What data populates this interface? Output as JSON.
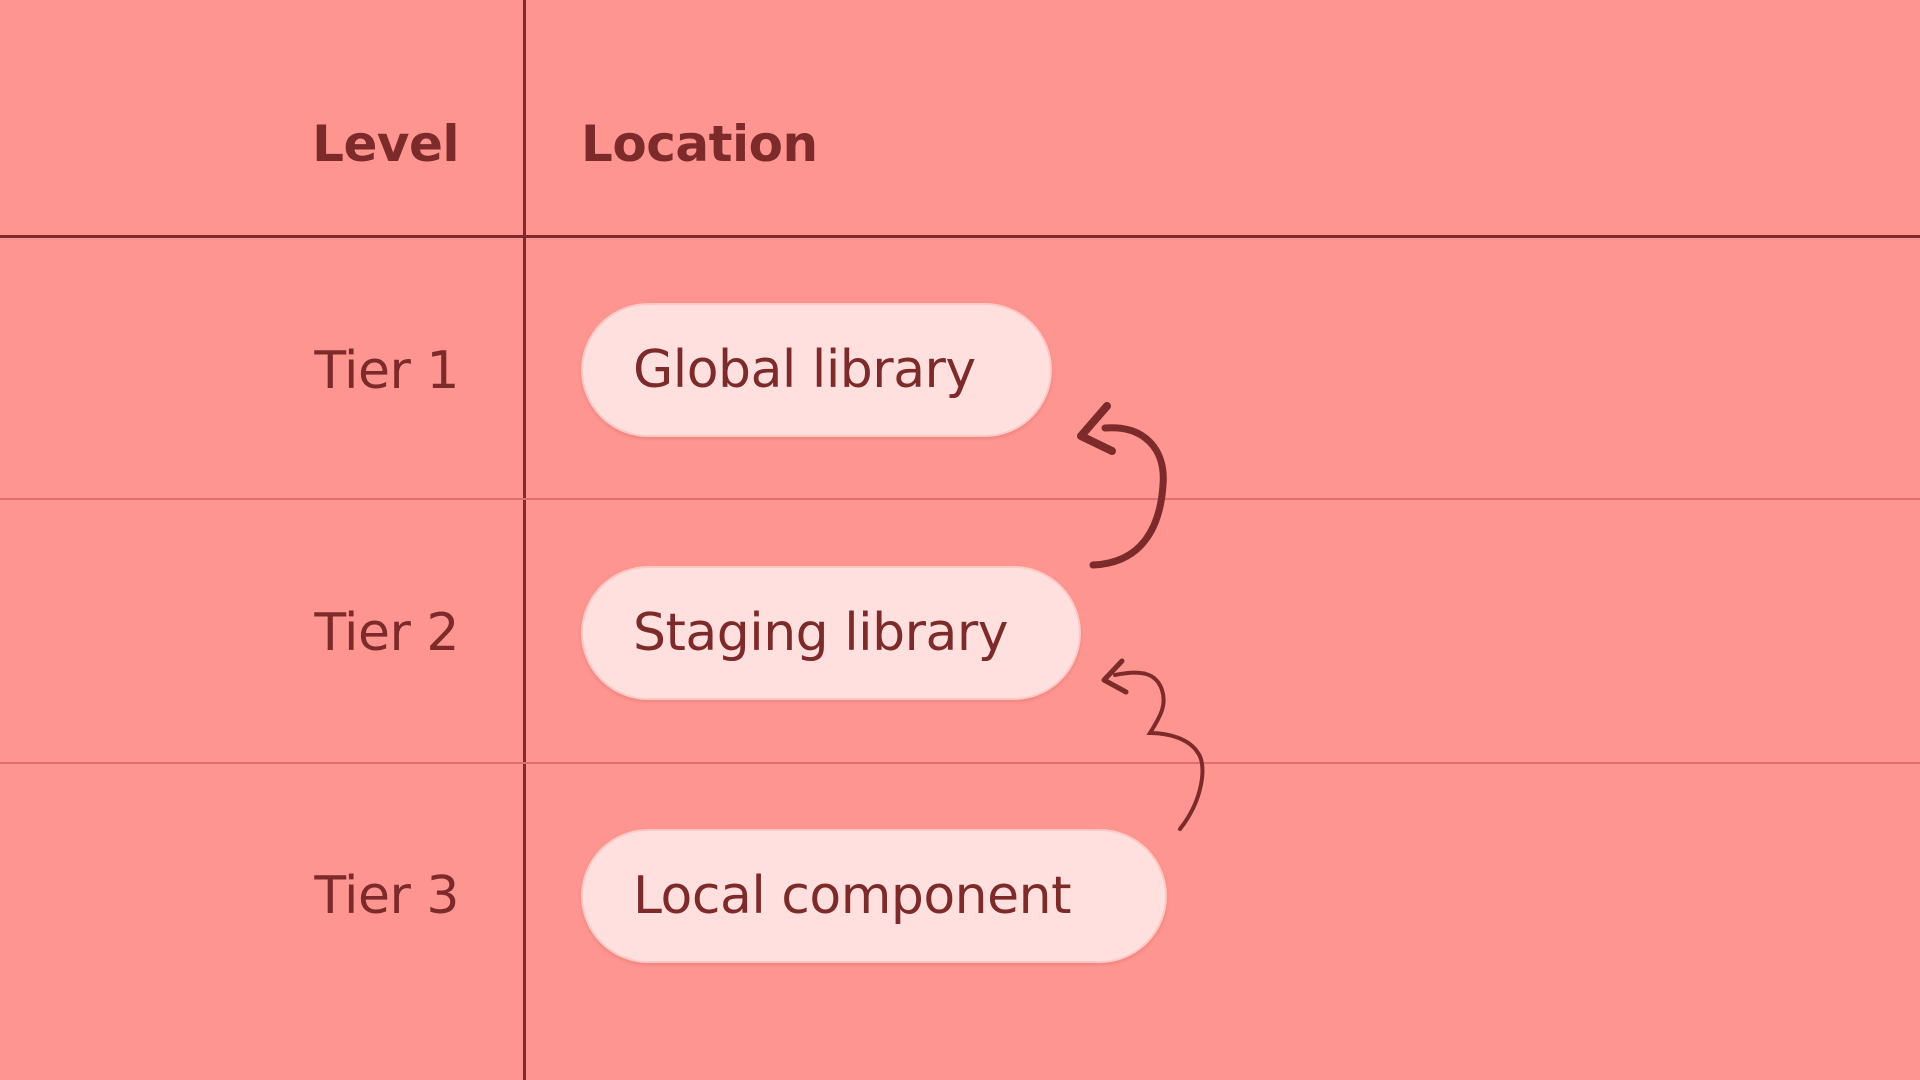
{
  "table": {
    "headers": {
      "level": "Level",
      "location": "Location"
    },
    "rows": [
      {
        "level": "Tier 1",
        "location": "Global library"
      },
      {
        "level": "Tier 2",
        "location": "Staging library"
      },
      {
        "level": "Tier 3",
        "location": "Local component"
      }
    ]
  },
  "colors": {
    "background": "#ff9590",
    "ink": "#7d2a2a",
    "pill_fill": "#ffe0de",
    "row_divider": "#e06e6c"
  }
}
